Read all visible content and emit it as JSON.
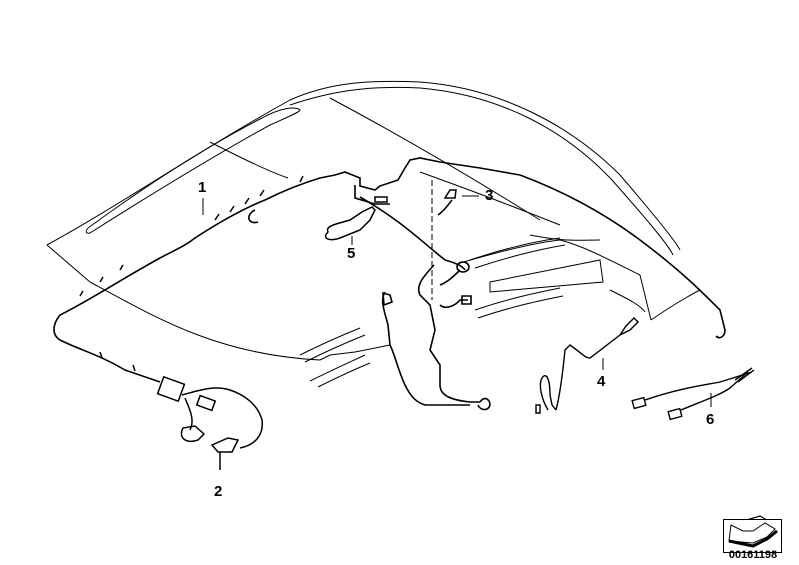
{
  "diagram": {
    "callouts": [
      {
        "id": "1",
        "label": "1"
      },
      {
        "id": "2",
        "label": "2"
      },
      {
        "id": "3",
        "label": "3"
      },
      {
        "id": "4",
        "label": "4"
      },
      {
        "id": "5",
        "label": "5"
      },
      {
        "id": "6",
        "label": "6"
      }
    ],
    "reference_number": "00161198",
    "reference_icon": "arrow-down-left-icon",
    "colors": {
      "line": "#000000",
      "background": "#ffffff"
    }
  }
}
